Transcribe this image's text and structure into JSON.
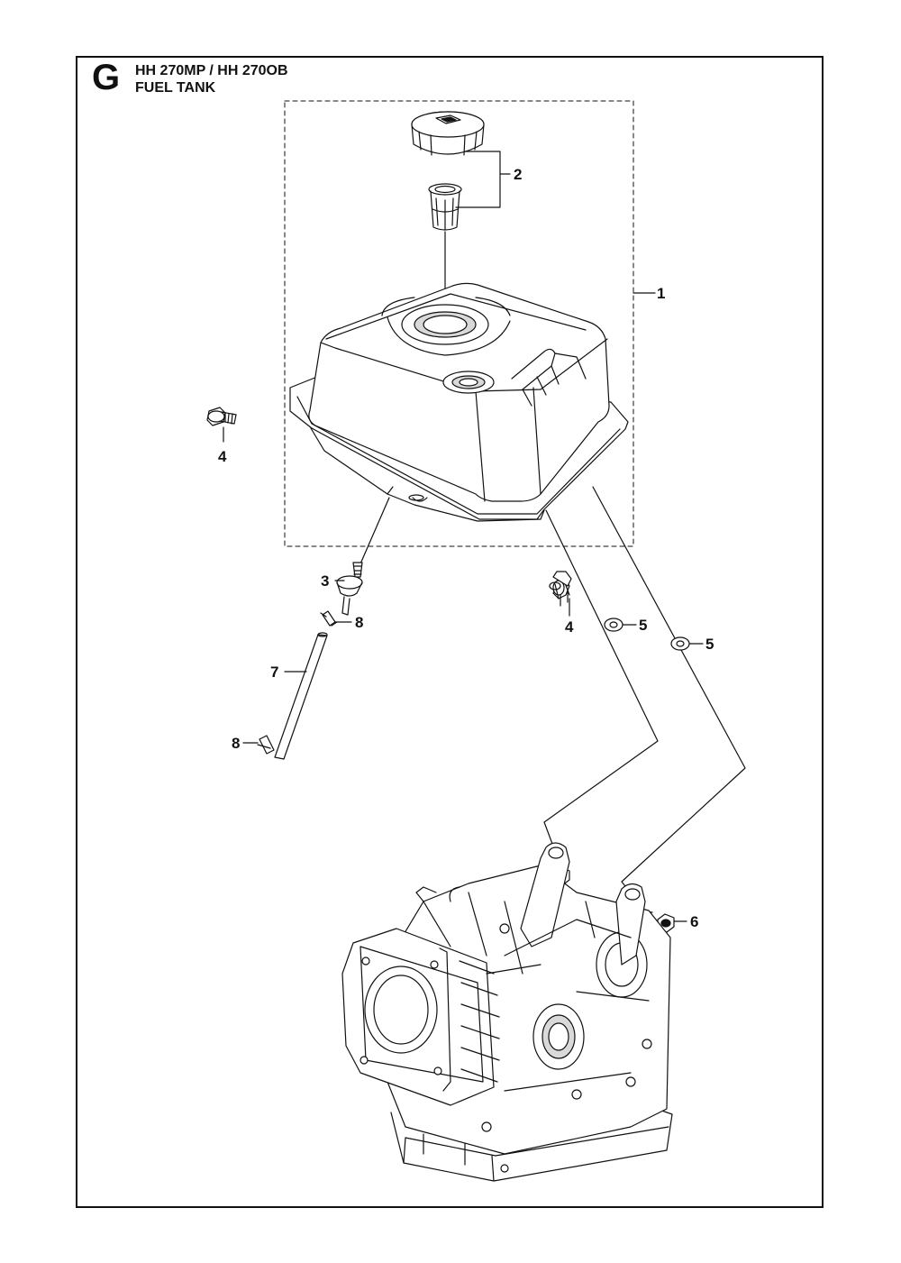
{
  "header": {
    "section_letter": "G",
    "model": "HH 270MP / HH 270OB",
    "title": "FUEL TANK"
  },
  "callouts": [
    {
      "id": "c1",
      "label": "1"
    },
    {
      "id": "c2",
      "label": "2"
    },
    {
      "id": "c3",
      "label": "3"
    },
    {
      "id": "c4a",
      "label": "4"
    },
    {
      "id": "c4b",
      "label": "4"
    },
    {
      "id": "c5a",
      "label": "5"
    },
    {
      "id": "c5b",
      "label": "5"
    },
    {
      "id": "c6",
      "label": "6"
    },
    {
      "id": "c7",
      "label": "7"
    },
    {
      "id": "c8a",
      "label": "8"
    },
    {
      "id": "c8b",
      "label": "8"
    }
  ],
  "colors": {
    "line": "#111111",
    "fill": "#ffffff",
    "shade": "#d9d9d9"
  }
}
